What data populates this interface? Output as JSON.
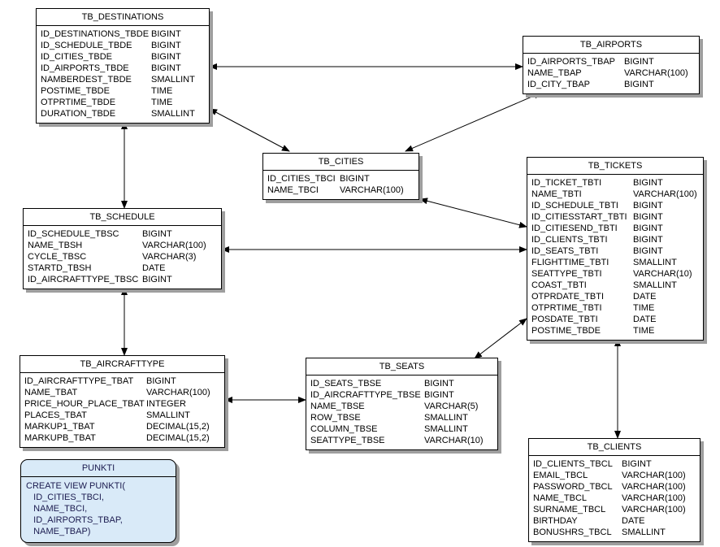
{
  "diagram": {
    "colors": {
      "canvas_bg": "#ffffff",
      "table_bg": "#ffffff",
      "table_border": "#000000",
      "shadow": "#9e9e9e",
      "line_color": "#000000",
      "text": "#000000",
      "view_bg": "#d9eaf8",
      "view_text": "#1b1b4f"
    },
    "tables": [
      {
        "name": "TB_DESTINATIONS",
        "fields": [
          {
            "name": "ID_DESTINATIONS_TBDE",
            "type": "BIGINT"
          },
          {
            "name": "ID_SCHEDULE_TBDE",
            "type": "BIGINT"
          },
          {
            "name": "ID_CITIES_TBDE",
            "type": "BIGINT"
          },
          {
            "name": "ID_AIRPORTS_TBDE",
            "type": "BIGINT"
          },
          {
            "name": "NAMBERDEST_TBDE",
            "type": "SMALLINT"
          },
          {
            "name": "POSTIME_TBDE",
            "type": "TIME"
          },
          {
            "name": "OTPRTIME_TBDE",
            "type": "TIME"
          },
          {
            "name": "DURATION_TBDE",
            "type": "SMALLINT"
          }
        ]
      },
      {
        "name": "TB_AIRPORTS",
        "fields": [
          {
            "name": "ID_AIRPORTS_TBAP",
            "type": "BIGINT"
          },
          {
            "name": "NAME_TBAP",
            "type": "VARCHAR(100)"
          },
          {
            "name": "ID_CITY_TBAP",
            "type": "BIGINT"
          }
        ]
      },
      {
        "name": "TB_CITIES",
        "fields": [
          {
            "name": "ID_CITIES_TBCI",
            "type": "BIGINT"
          },
          {
            "name": "NAME_TBCI",
            "type": "VARCHAR(100)"
          }
        ]
      },
      {
        "name": "TB_SCHEDULE",
        "fields": [
          {
            "name": "ID_SCHEDULE_TBSC",
            "type": "BIGINT"
          },
          {
            "name": "NAME_TBSH",
            "type": "VARCHAR(100)"
          },
          {
            "name": "CYCLE_TBSC",
            "type": "VARCHAR(3)"
          },
          {
            "name": "STARTD_TBSH",
            "type": "DATE"
          },
          {
            "name": "ID_AIRCRAFTTYPE_TBSC",
            "type": "BIGINT"
          }
        ]
      },
      {
        "name": "TB_TICKETS",
        "fields": [
          {
            "name": "ID_TICKET_TBTI",
            "type": "BIGINT"
          },
          {
            "name": "NAME_TBTI",
            "type": "VARCHAR(100)"
          },
          {
            "name": "ID_SCHEDULE_TBTI",
            "type": "BIGINT"
          },
          {
            "name": "ID_CITIESSTART_TBTI",
            "type": "BIGINT"
          },
          {
            "name": "ID_CITIESEND_TBTI",
            "type": "BIGINT"
          },
          {
            "name": "ID_CLIENTS_TBTI",
            "type": "BIGINT"
          },
          {
            "name": "ID_SEATS_TBTI",
            "type": "BIGINT"
          },
          {
            "name": "FLIGHTTIME_TBTI",
            "type": "SMALLINT"
          },
          {
            "name": "SEATTYPE_TBTI",
            "type": "VARCHAR(10)"
          },
          {
            "name": "COAST_TBTI",
            "type": "SMALLINT"
          },
          {
            "name": "OTPRDATE_TBTI",
            "type": "DATE"
          },
          {
            "name": "OTPRTIME_TBTI",
            "type": "TIME"
          },
          {
            "name": "POSDATE_TBTI",
            "type": "DATE"
          },
          {
            "name": "POSTIME_TBDE",
            "type": "TIME"
          }
        ]
      },
      {
        "name": "TB_AIRCRAFTTYPE",
        "fields": [
          {
            "name": "ID_AIRCRAFTTYPE_TBAT",
            "type": "BIGINT"
          },
          {
            "name": "NAME_TBAT",
            "type": "VARCHAR(100)"
          },
          {
            "name": "PRICE_HOUR_PLACE_TBAT",
            "type": "INTEGER"
          },
          {
            "name": "PLACES_TBAT",
            "type": "SMALLINT"
          },
          {
            "name": "MARKUP1_TBAT",
            "type": "DECIMAL(15,2)"
          },
          {
            "name": "MARKUPB_TBAT",
            "type": "DECIMAL(15,2)"
          }
        ]
      },
      {
        "name": "TB_SEATS",
        "fields": [
          {
            "name": "ID_SEATS_TBSE",
            "type": "BIGINT"
          },
          {
            "name": "ID_AIRCRAFTTYPE_TBSE",
            "type": "BIGINT"
          },
          {
            "name": "NAME_TBSE",
            "type": "VARCHAR(5)"
          },
          {
            "name": "ROW_TBSE",
            "type": "SMALLINT"
          },
          {
            "name": "COLUMN_TBSE",
            "type": "SMALLINT"
          },
          {
            "name": "SEATTYPE_TBSE",
            "type": "VARCHAR(10)"
          }
        ]
      },
      {
        "name": "TB_CLIENTS",
        "fields": [
          {
            "name": "ID_CLIENTS_TBCL",
            "type": "BIGINT"
          },
          {
            "name": "EMAIL_TBCL",
            "type": "VARCHAR(100)"
          },
          {
            "name": "PASSWORD_TBCL",
            "type": "VARCHAR(100)"
          },
          {
            "name": "NAME_TBCL",
            "type": "VARCHAR(100)"
          },
          {
            "name": "SURNAME_TBCL",
            "type": "VARCHAR(100)"
          },
          {
            "name": "BIRTHDAY",
            "type": "DATE"
          },
          {
            "name": "BONUSHRS_TBCL",
            "type": "SMALLINT"
          }
        ]
      }
    ],
    "view": {
      "name": "PUNKTI",
      "body_lines": [
        "CREATE VIEW PUNKTI(",
        "   ID_CITIES_TBCI,",
        "   NAME_TBCI,",
        "   ID_AIRPORTS_TBAP,",
        "   NAME_TBAP)"
      ]
    },
    "relationships": [
      {
        "from": "TB_DESTINATIONS",
        "to": "TB_AIRPORTS"
      },
      {
        "from": "TB_DESTINATIONS",
        "to": "TB_CITIES"
      },
      {
        "from": "TB_AIRPORTS",
        "to": "TB_CITIES"
      },
      {
        "from": "TB_DESTINATIONS",
        "to": "TB_SCHEDULE"
      },
      {
        "from": "TB_SCHEDULE",
        "to": "TB_TICKETS"
      },
      {
        "from": "TB_CITIES",
        "to": "TB_TICKETS"
      },
      {
        "from": "TB_SCHEDULE",
        "to": "TB_AIRCRAFTTYPE"
      },
      {
        "from": "TB_AIRCRAFTTYPE",
        "to": "TB_SEATS"
      },
      {
        "from": "TB_TICKETS",
        "to": "TB_SEATS"
      },
      {
        "from": "TB_TICKETS",
        "to": "TB_CLIENTS"
      }
    ]
  }
}
